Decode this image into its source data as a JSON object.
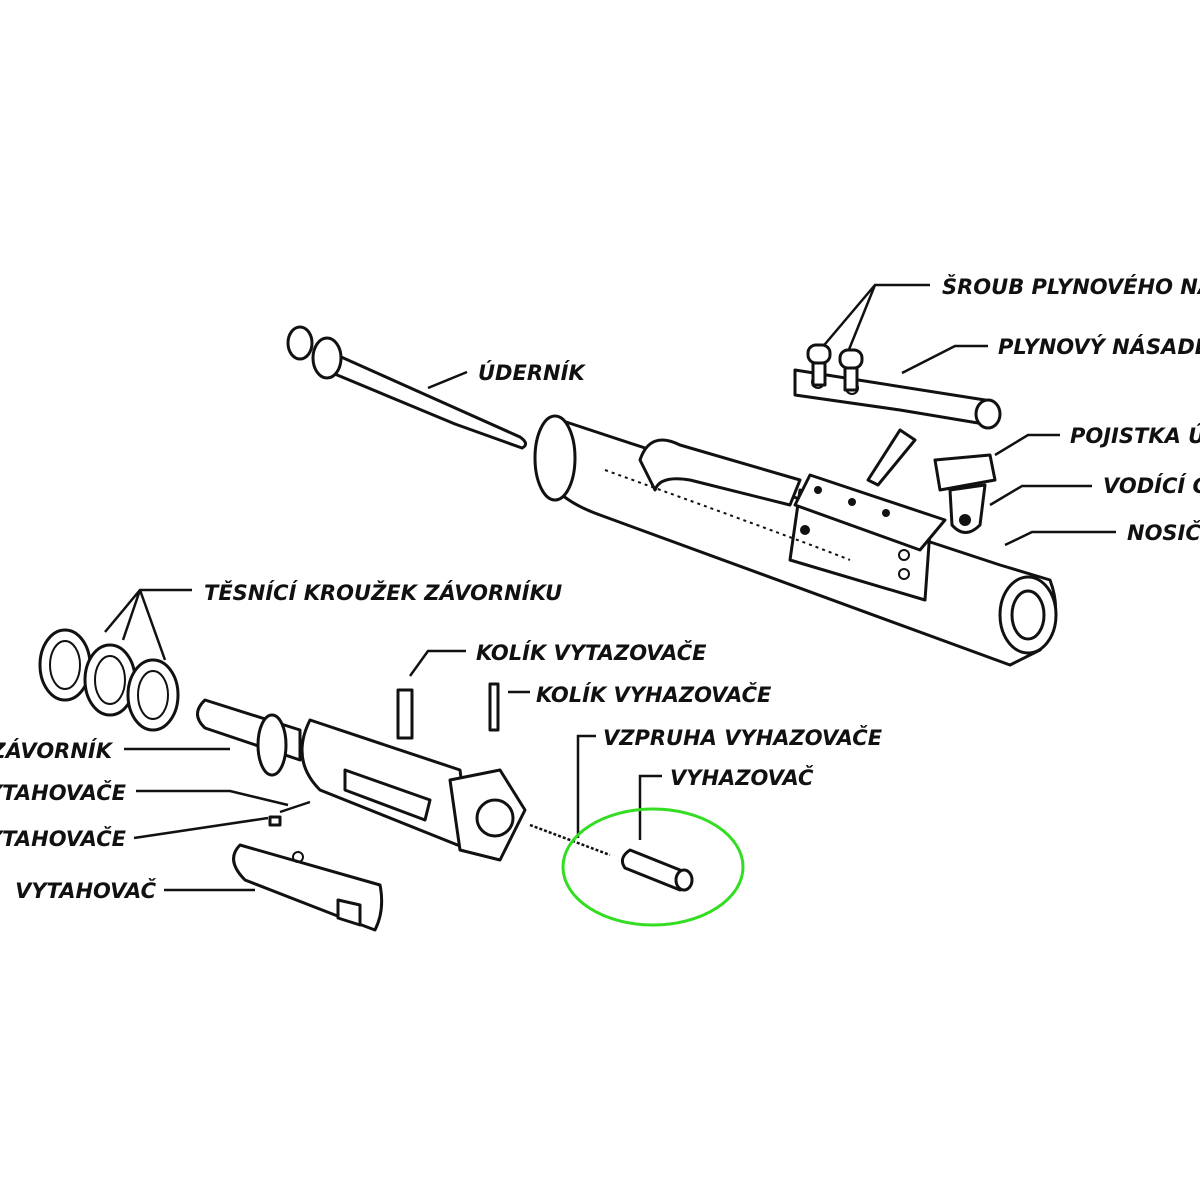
{
  "diagram": {
    "highlight_color": "#33dd22",
    "labels": {
      "gas_key_screw": "ŠROUB PLYNOVÉHO NÁSADCE",
      "gas_key": "PLYNOVÝ NÁSADEC",
      "firing_pin_retainer": "POJISTKA ÚDERNÍKU",
      "cam_pin": "VODÍCÍ ČEP",
      "bolt_carrier": "NOSIČ ZÁVORNÍKU",
      "firing_pin": "ÚDERNÍK",
      "gas_rings": "TĚSNÍCÍ KROUŽEK ZÁVORNÍKU",
      "extractor_pin": "KOLÍK VYTAZOVAČE",
      "ejector_pin": "KOLÍK VYHAZOVAČE",
      "ejector_spring": "VZPRUHA VYHAZOVAČE",
      "ejector": "VYHAZOVAČ",
      "bolt": "ZÁVORNÍK",
      "extractor_spring": "VYTAHOVAČE",
      "extractor_insert": "VYTAHOVAČE",
      "extractor": "VYTAHOVAČ"
    }
  }
}
